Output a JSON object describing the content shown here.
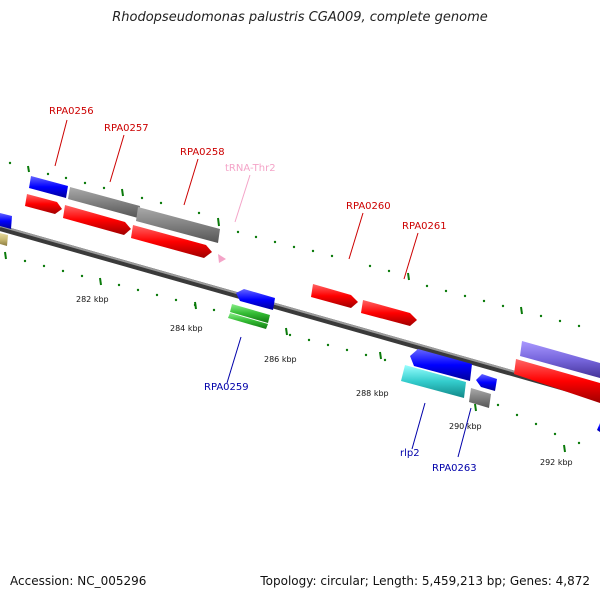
{
  "title": "Rhodopseudomonas palustris CGA009, complete genome",
  "footer": {
    "accession": "Accession: NC_005296",
    "topology": "Topology: circular; Length: 5,459,213 bp; Genes: 4,872"
  },
  "scale_labels": [
    "282 kbp",
    "284 kbp",
    "286 kbp",
    "288 kbp",
    "290 kbp",
    "292 kbp"
  ],
  "gene_labels": {
    "forward": [
      "RPA0256",
      "RPA0257",
      "RPA0258",
      "RPA0260",
      "RPA0261"
    ],
    "trna": "tRNA-Thr2",
    "reverse": [
      "RPA0259",
      "rlp2",
      "RPA0263"
    ]
  },
  "colors": {
    "cds": "#ff0000",
    "gene_fwd": "#0000ff",
    "gene_gray": "#808080",
    "trna": "#f4a4c8",
    "reverse_label": "#0000aa",
    "forward_label": "#cc0000",
    "tick": "#0a7a0a",
    "green_feature": "#33bb33",
    "cyan_feature": "#33cccc",
    "purple_feature": "#7766dd",
    "tan_feature": "#c8b870"
  }
}
